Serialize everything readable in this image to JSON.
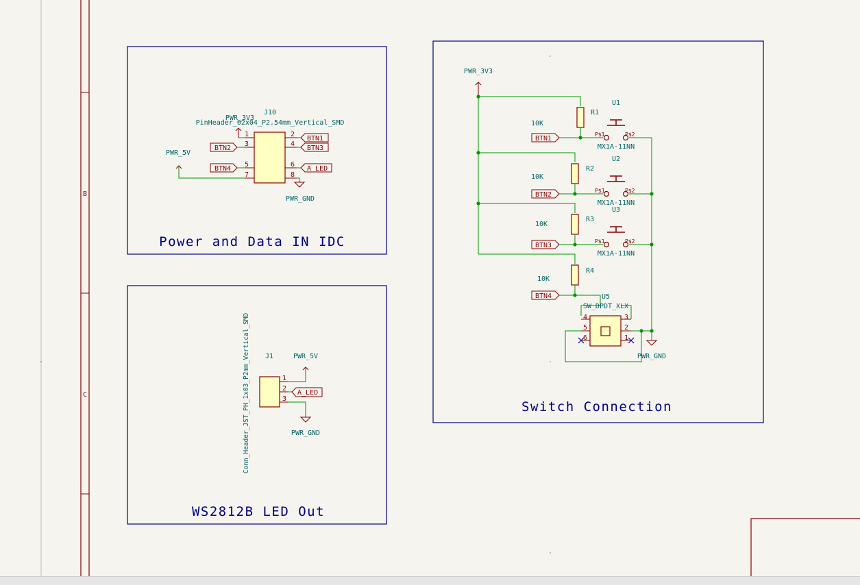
{
  "colors": {
    "background": "#f5f4ef",
    "frame": "#840000",
    "sheet_border": "#000084",
    "wire": "#009600",
    "symbol_fill": "#ffffc2",
    "symbol_body": "#840000",
    "net_text": "#006464"
  },
  "frame": {
    "row_labels": [
      "B",
      "C"
    ]
  },
  "blocks": {
    "power_data": {
      "title": "Power and Data IN IDC",
      "j10": {
        "ref": "J10",
        "value": "PinHeader_02x04_P2.54mm_Vertical_SMD",
        "pins": [
          "1",
          "2",
          "3",
          "4",
          "5",
          "6",
          "7",
          "8"
        ],
        "labels": {
          "btn1": "BTN1",
          "btn2": "BTN2",
          "btn3": "BTN3",
          "btn4": "BTN4",
          "a_led": "A_LED"
        },
        "pwr_3v3": "PWR_3V3",
        "pwr_5v": "PWR_5V",
        "pwr_gnd": "PWR_GND"
      }
    },
    "led_out": {
      "title": "WS2812B LED Out",
      "j1": {
        "ref": "J1",
        "value": "Conn_Header_JST_PH_1x03_P2mm_Vertical_SMD",
        "pins": [
          "1",
          "2",
          "3"
        ],
        "a_led": "A_LED",
        "pwr_5v": "PWR_5V",
        "pwr_gnd": "PWR_GND"
      }
    },
    "switch": {
      "title": "Switch Connection",
      "pwr_3v3": "PWR_3V3",
      "pwr_gnd": "PWR_GND",
      "resistors": [
        {
          "ref": "R1",
          "value": "10K",
          "label": "BTN1"
        },
        {
          "ref": "R2",
          "value": "10K",
          "label": "BTN2"
        },
        {
          "ref": "R3",
          "value": "10K",
          "label": "BTN3"
        },
        {
          "ref": "R4",
          "value": "10K",
          "label": "BTN4"
        }
      ],
      "switches": [
        {
          "ref": "U1",
          "value": "MX1A-11NN",
          "p1": "P$1",
          "p2": "P$2"
        },
        {
          "ref": "U2",
          "value": "MX1A-11NN",
          "p1": "P$1",
          "p2": "P$2"
        },
        {
          "ref": "U3",
          "value": "MX1A-11NN",
          "p1": "P$1",
          "p2": "P$2"
        }
      ],
      "u5": {
        "ref": "U5",
        "value": "SW_DPDT_XLX",
        "pins": [
          "4",
          "3",
          "5",
          "2",
          "6",
          "1"
        ]
      }
    }
  }
}
